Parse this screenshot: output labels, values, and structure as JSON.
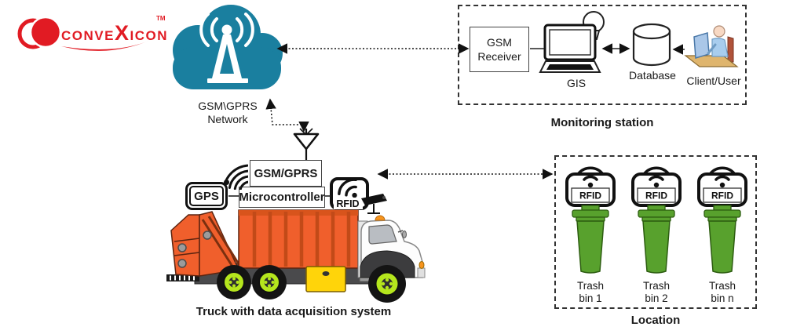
{
  "colors": {
    "brand": "#e11b23",
    "cloud": "#1a7f9f",
    "truck": "#f05f2c",
    "bin": "#58a12d",
    "rim": "#b5e61d",
    "yellow": "#ffd40a",
    "chassis": "#4a4a4c"
  },
  "logo": {
    "pre": "conve",
    "x": "X",
    "post": "icon",
    "tm": "TM"
  },
  "cloud": {
    "line1": "GSM\\GPRS",
    "line2": "Network"
  },
  "monitoring": {
    "title": "Monitoring station",
    "receiver_line1": "GSM",
    "receiver_line2": "Receiver",
    "gis": "GIS",
    "database": "Database",
    "client": "Client/User"
  },
  "truck": {
    "gps": "GPS",
    "gsm_gprs": "GSM/GPRS",
    "microcontroller": "Microcontroller",
    "rfid": "RFID",
    "caption": "Truck with data acquisition system"
  },
  "location": {
    "title": "Location",
    "bins": [
      {
        "tag": "RFID",
        "line1": "Trash",
        "line2": "bin 1"
      },
      {
        "tag": "RFID",
        "line1": "Trash",
        "line2": "bin 2"
      },
      {
        "tag": "RFID",
        "line1": "Trash",
        "line2": "bin n"
      }
    ]
  }
}
